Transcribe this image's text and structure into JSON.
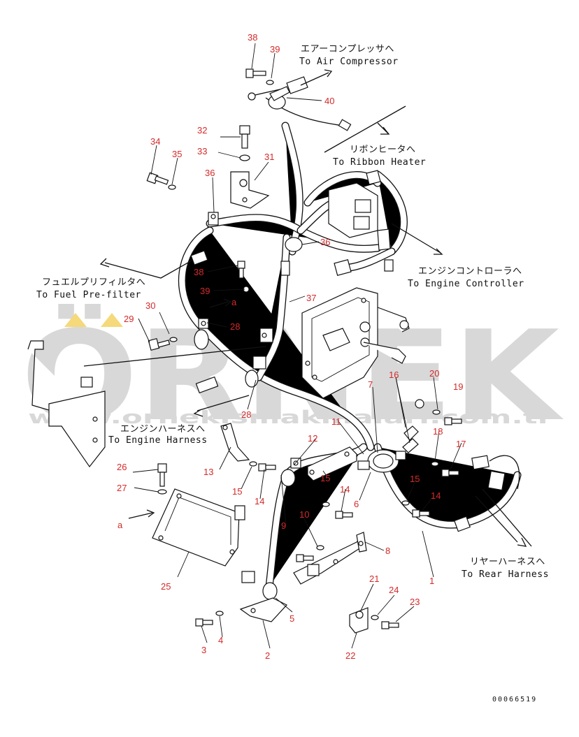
{
  "watermark": {
    "brand": "ÖRNEK",
    "url": "www.ornekismakinalari.com.tr",
    "dot_color": "#f5d97a"
  },
  "document_number": "00066519",
  "colors": {
    "label": "#d42a2a",
    "line": "#111111",
    "watermark": "#d8d8d8"
  },
  "destinations": {
    "air_compressor": {
      "jp": "エアーコンプレッサへ",
      "en": "To Air Compressor"
    },
    "ribbon_heater": {
      "jp": "リボンヒータへ",
      "en": "To Ribbon Heater"
    },
    "engine_controller": {
      "jp": "エンジンコントローラへ",
      "en": "To Engine Controller"
    },
    "fuel_prefilter": {
      "jp": "フュエルプリフィルタへ",
      "en": "To Fuel Pre-filter"
    },
    "engine_harness": {
      "jp": "エンジンハーネスへ",
      "en": "To Engine Harness"
    },
    "rear_harness": {
      "jp": "リヤーハーネスへ",
      "en": "To Rear Harness"
    }
  },
  "arrow_markers": {
    "a_upper": "a",
    "a_lower": "a"
  },
  "part_numbers": {
    "p38_top": "38",
    "p39_top": "39",
    "p40": "40",
    "p32": "32",
    "p33": "33",
    "p31": "31",
    "p34": "34",
    "p35": "35",
    "p36_top": "36",
    "p36_mid": "36",
    "p38_mid": "38",
    "p39_mid": "39",
    "p37": "37",
    "p30": "30",
    "p29": "29",
    "p28_top": "28",
    "p28_bot": "28",
    "p7": "7",
    "p16": "16",
    "p20": "20",
    "p19": "19",
    "p11": "11",
    "p12": "12",
    "p13": "13",
    "p18": "18",
    "p17": "17",
    "p15_a": "15",
    "p15_b": "15",
    "p15_c": "15",
    "p14_a": "14",
    "p14_b": "14",
    "p14_c": "14",
    "p6": "6",
    "p10": "10",
    "p26": "26",
    "p27": "27",
    "p9": "9",
    "p8": "8",
    "p1": "1",
    "p25": "25",
    "p21": "21",
    "p24": "24",
    "p23": "23",
    "p3": "3",
    "p4": "4",
    "p5": "5",
    "p2": "2",
    "p22": "22"
  }
}
